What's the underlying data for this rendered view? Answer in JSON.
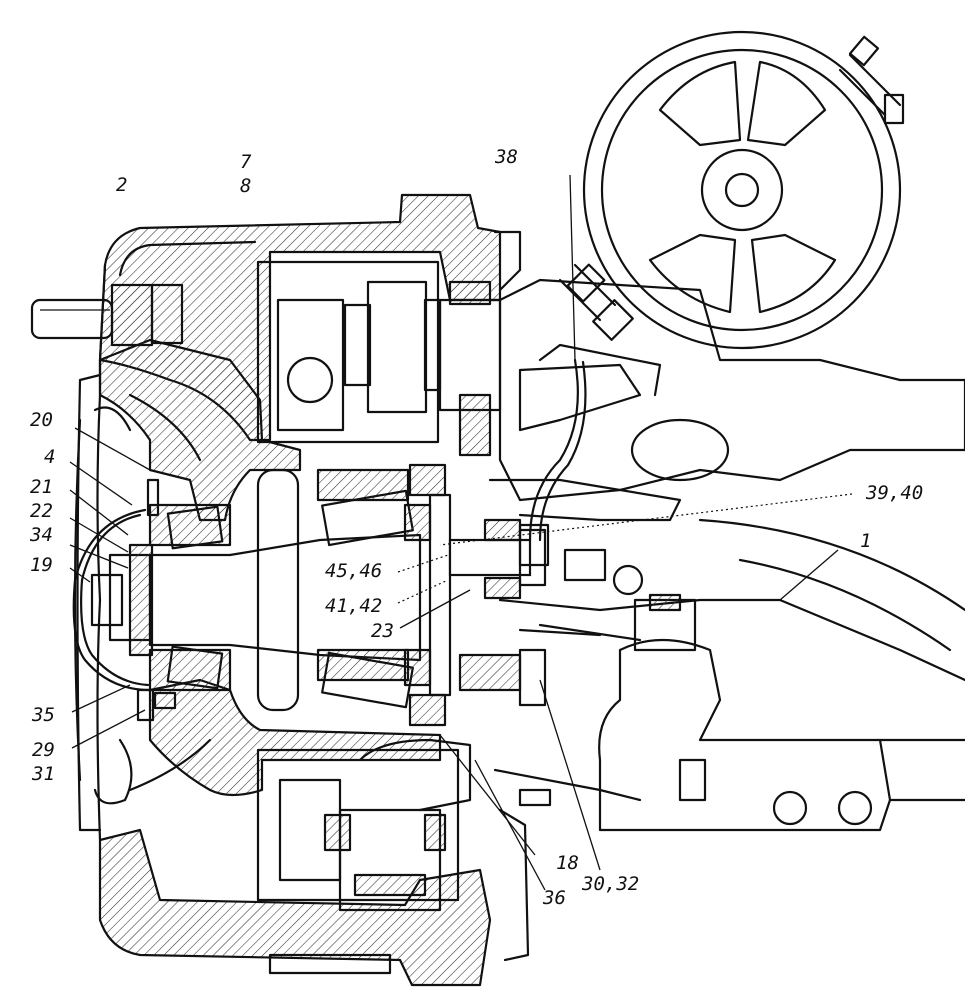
{
  "labels": {
    "l7": "7",
    "l8": "8",
    "l2": "2",
    "l38": "38",
    "l20": "20",
    "l4": "4",
    "l21": "21",
    "l22": "22",
    "l34": "34",
    "l19": "19",
    "l39_40": "39,40",
    "l1": "1",
    "l45_46": "45,46",
    "l41_42": "41,42",
    "l23": "23",
    "l35": "35",
    "l29": "29",
    "l31": "31",
    "l18": "18",
    "l30_32": "30,32",
    "l36": "36"
  }
}
